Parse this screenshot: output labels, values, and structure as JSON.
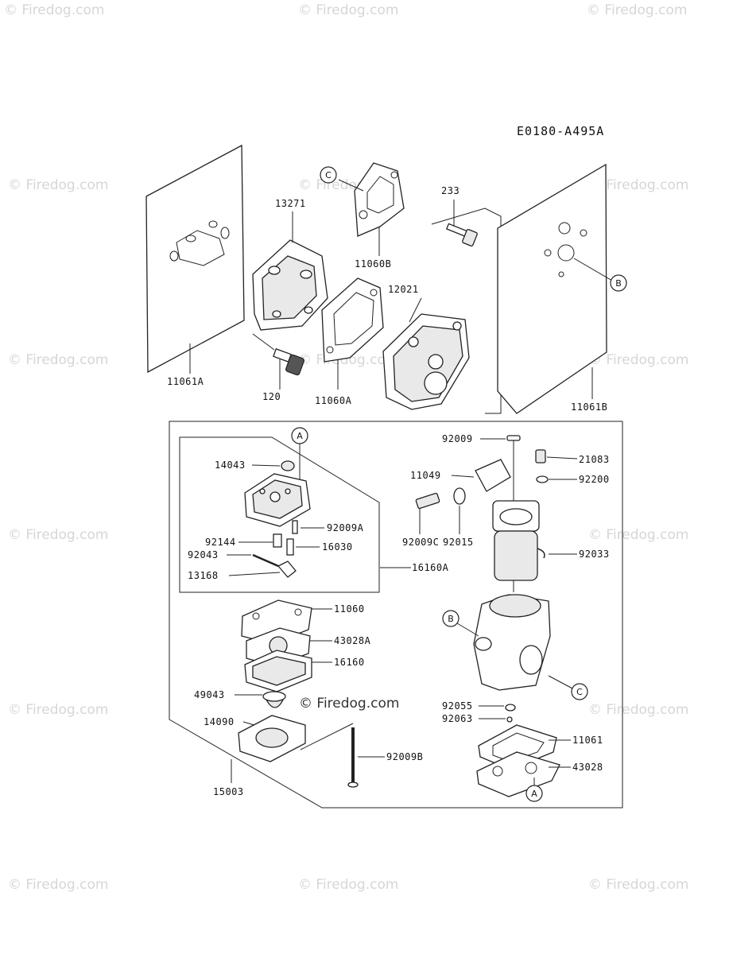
{
  "diagram_code": "E0180-A495A",
  "watermark_text": "© Firedog.com",
  "center_watermark_text": "© Firedog.com",
  "ref_letters": [
    "A",
    "B",
    "C"
  ],
  "labels": {
    "p11061A": "11061A",
    "p13271": "13271",
    "p11060B": "11060B",
    "p233": "233",
    "p11061B": "11061B",
    "p12021": "12021",
    "p120": "120",
    "p11060A": "11060A",
    "p14043": "14043",
    "p92144": "92144",
    "p92043": "92043",
    "p13168": "13168",
    "p92009A": "92009A",
    "p16030": "16030",
    "p16160A": "16160A",
    "p92009": "92009",
    "p21083": "21083",
    "p11049": "11049",
    "p92200": "92200",
    "p92015": "92015",
    "p92009C": "92009C",
    "p92033": "92033",
    "p11060": "11060",
    "p43028A": "43028A",
    "p16160": "16160",
    "p49043": "49043",
    "p14090": "14090",
    "p92009B": "92009B",
    "p15003": "15003",
    "p92055": "92055",
    "p92063": "92063",
    "p11061": "11061",
    "p43028": "43028"
  }
}
